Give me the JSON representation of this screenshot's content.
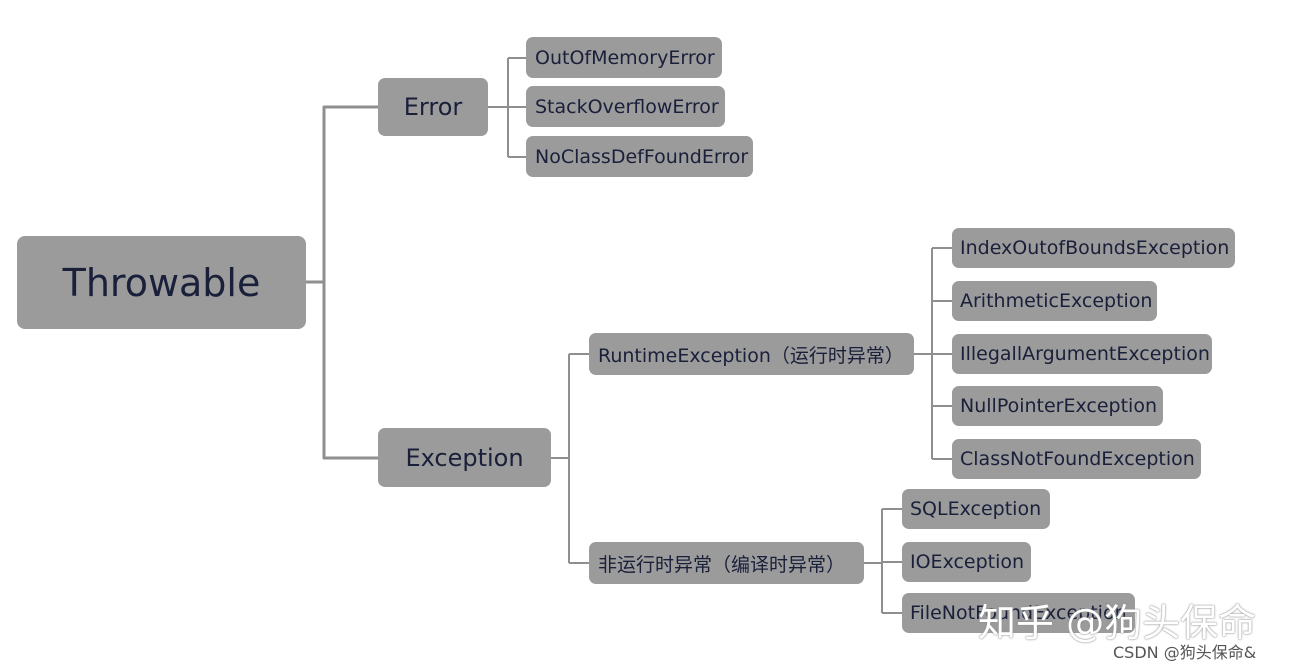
{
  "root": {
    "label": "Throwable"
  },
  "error": {
    "label": "Error",
    "children": [
      "OutOfMemoryError",
      "StackOverflowError",
      "NoClassDefFoundError"
    ]
  },
  "exception": {
    "label": "Exception",
    "runtime": {
      "label": "RuntimeException（运行时异常）",
      "children": [
        "IndexOutofBoundsException",
        "ArithmeticException",
        "IllegallArgumentException",
        "NullPointerException",
        "ClassNotFoundException"
      ]
    },
    "checked": {
      "label": "非运行时异常（编译时异常）",
      "children": [
        "SQLException",
        "IOException",
        "FileNotFoundException"
      ]
    }
  },
  "watermark": {
    "text": "知乎 @狗头保命",
    "credit": "CSDN @狗头保命&"
  },
  "colors": {
    "node": "#9b9b9b",
    "line": "#8f8f8f",
    "text": "#1a1f3a"
  }
}
